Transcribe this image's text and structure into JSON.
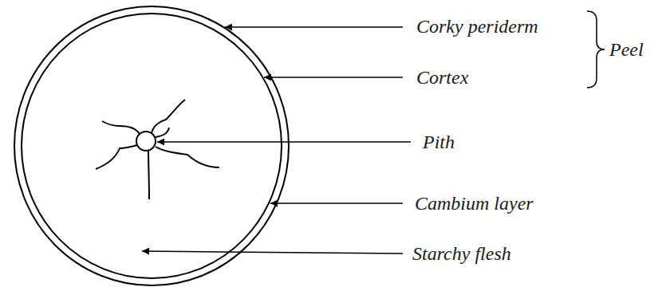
{
  "diagram": {
    "labels": [
      "Corky periderm",
      "Cortex",
      "Peel",
      "Pith",
      "Cambium layer",
      "Starchy flesh"
    ]
  }
}
